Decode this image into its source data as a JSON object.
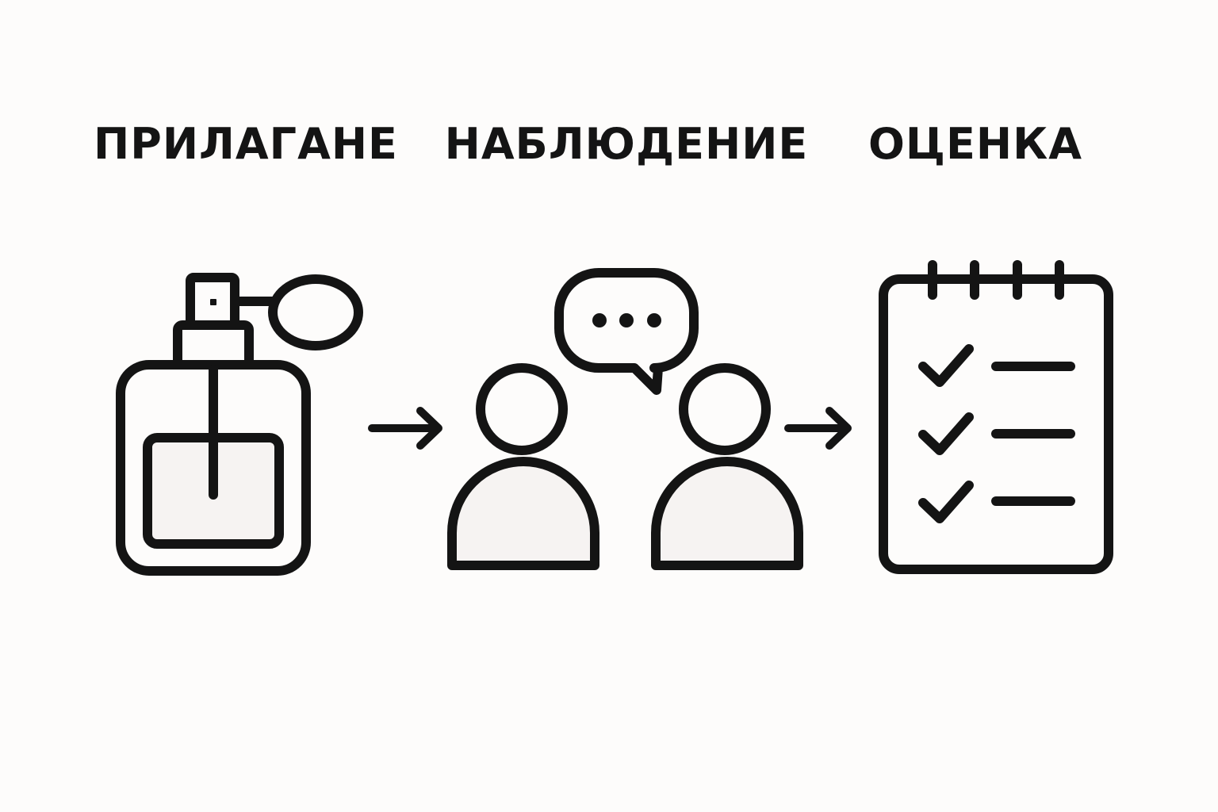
{
  "steps": [
    {
      "label": "ПРИЛАГАНЕ",
      "icon": "perfume-bottle-icon"
    },
    {
      "label": "НАБЛЮДЕНИЕ",
      "icon": "people-conversation-icon"
    },
    {
      "label": "ОЦЕНКА",
      "icon": "checklist-notepad-icon"
    }
  ],
  "colors": {
    "background": "#fdfcfb",
    "stroke": "#141414",
    "fill": "#f6f3f2"
  }
}
